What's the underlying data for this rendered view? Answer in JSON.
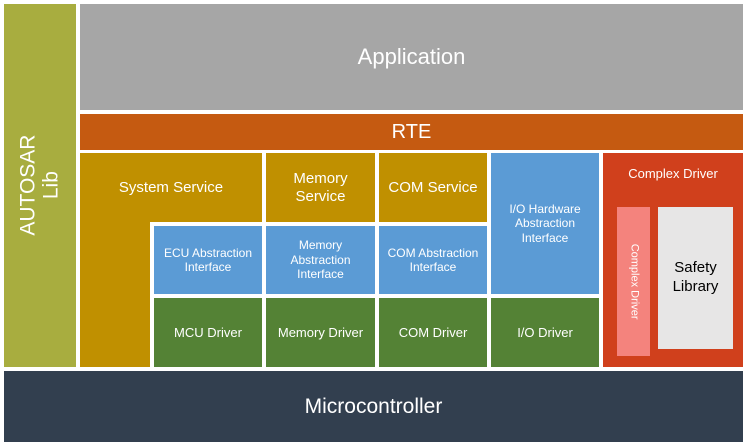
{
  "autosar_lib": {
    "line1": "AUTOSAR",
    "line2": "Lib"
  },
  "application": "Application",
  "rte": "RTE",
  "services": {
    "system": "System Service",
    "memory": {
      "line1": "Memory",
      "line2": "Service"
    },
    "com": "COM Service"
  },
  "abstraction": {
    "ecu": {
      "line1": "ECU Abstraction",
      "line2": "Interface"
    },
    "memory": {
      "line1": "Memory",
      "line2": "Abstraction",
      "line3": "Interface"
    },
    "com": {
      "line1": "COM Abstraction",
      "line2": "Interface"
    },
    "io": {
      "line1": "I/O Hardware",
      "line2": "Abstraction",
      "line3": "Interface"
    }
  },
  "drivers": {
    "mcu": "MCU Driver",
    "memory": "Memory Driver",
    "com": "COM Driver",
    "io": "I/O Driver"
  },
  "complex_driver": {
    "title": "Complex Driver",
    "inner": "Complex Driver",
    "safety": {
      "line1": "Safety",
      "line2": "Library"
    }
  },
  "microcontroller": "Microcontroller",
  "colors": {
    "autosar_lib": "#a8ad3f",
    "application": "#a6a6a6",
    "rte": "#c55a11",
    "service": "#c09000",
    "abstraction": "#5b9bd5",
    "driver": "#548235",
    "complex_driver": "#d0401c",
    "complex_driver_inner": "#f4837d",
    "safety_library": "#e7e6e6",
    "microcontroller": "#323f4f"
  }
}
